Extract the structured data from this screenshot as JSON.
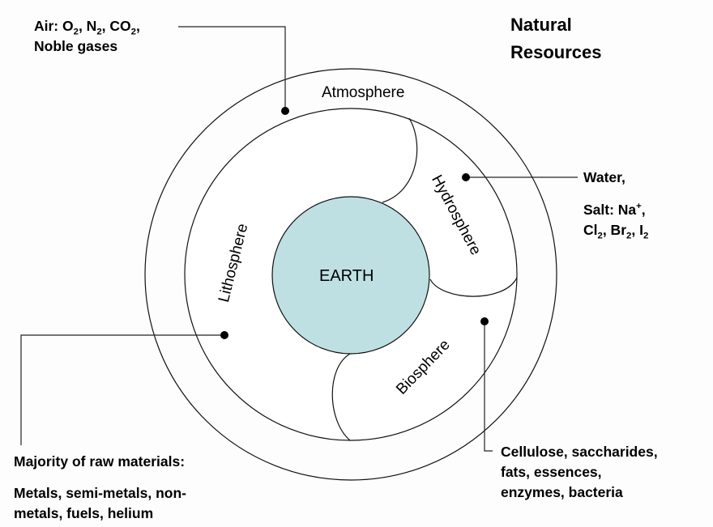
{
  "title": [
    "Natural",
    "Resources"
  ],
  "center": {
    "label": "EARTH",
    "fill": "#bfe0e3"
  },
  "spheres": {
    "atmosphere": "Atmosphere",
    "hydrosphere": "Hydrosphere",
    "lithosphere": "Lithosphere",
    "biosphere": "Biosphere"
  },
  "callouts": {
    "air": {
      "line1_parts": [
        "Air: O",
        "2",
        ", N",
        "2",
        ", CO",
        "2",
        ","
      ],
      "line2": "Noble gases"
    },
    "water": {
      "line1": "Water,",
      "line2_parts": [
        "Salt: Na",
        "+",
        ","
      ],
      "line3_parts": [
        "Cl",
        "2",
        ", Br",
        "2",
        ", I",
        "2"
      ]
    },
    "litho": {
      "line1": "Majority of raw materials:",
      "line2": "Metals, semi-metals, non-",
      "line3": "metals, fuels, helium"
    },
    "bio": {
      "line1": "Cellulose, saccharides,",
      "line2": "fats, essences,",
      "line3": "enzymes, bacteria"
    }
  }
}
